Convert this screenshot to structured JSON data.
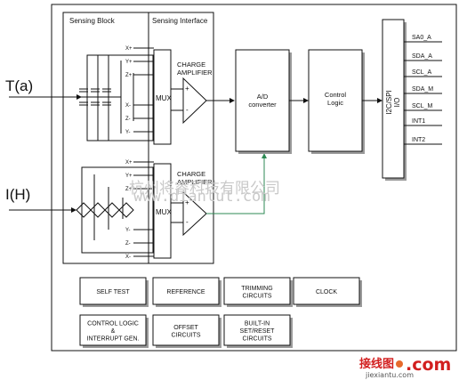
{
  "blocks": {
    "sensing_block": "Sensing Block",
    "sensing_interface": "Sensing Interface",
    "charge_amp_1": [
      "CHARGE",
      "AMPLIFIER"
    ],
    "charge_amp_2": [
      "CHARGE",
      "AMPLIFIER"
    ],
    "mux_1": "MUX",
    "mux_2": "MUX",
    "adc": [
      "A/D",
      "converter"
    ],
    "control_logic": [
      "Control",
      "Logic"
    ],
    "interface": [
      "I2C/SPI",
      "I/O"
    ]
  },
  "inputs": {
    "accel": "T(a)",
    "magnet": "I(H)"
  },
  "pins_upper": [
    "X+",
    "Y+",
    "Z+",
    "X-",
    "Z-",
    "Y-"
  ],
  "pins_lower": [
    "X+",
    "Y+",
    "Z+",
    "Y-",
    "Z-",
    "X-"
  ],
  "amp_signs": [
    "+",
    "-"
  ],
  "output_pins": [
    "SA0_A",
    "SDA_A",
    "SCL_A",
    "SDA_M",
    "SCL_M",
    "INT1",
    "INT2"
  ],
  "bottom_blocks": {
    "self_test": [
      "SELF TEST"
    ],
    "reference": [
      "REFERENCE"
    ],
    "trimming": [
      "TRIMMING",
      "CIRCUITS"
    ],
    "clock": [
      "CLOCK"
    ],
    "control_interrupt": [
      "CONTROL LOGIC",
      "&",
      "INTERRUPT GEN."
    ],
    "offset": [
      "OFFSET",
      "CIRCUITS"
    ],
    "builtin": [
      "BUILT-IN",
      "SET/RESET",
      "CIRCUITS"
    ]
  },
  "watermark": "www.dianlut.com",
  "watermark_cn": "杭州将睿科技有限公司",
  "logo": {
    "text": "接线图",
    "domain": ".com",
    "url": "jiexiantu.com"
  },
  "colors": {
    "line": "#111111",
    "accent_line": "#2d8a54",
    "shadow": "#9a9a9a",
    "watermark": "#c9c9c9",
    "logo_red": "#d21f1f"
  }
}
